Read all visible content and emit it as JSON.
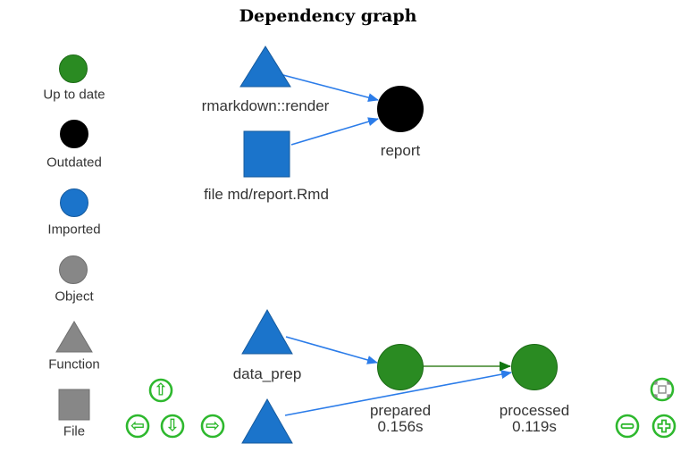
{
  "title": "Dependency graph",
  "legend": [
    {
      "label": "Up to date",
      "shape": "dot",
      "color": "#2A8B22"
    },
    {
      "label": "Outdated",
      "shape": "dot",
      "color": "#000000"
    },
    {
      "label": "Imported",
      "shape": "dot",
      "color": "#1B74CB"
    },
    {
      "label": "Object",
      "shape": "dot",
      "color": "#878787"
    },
    {
      "label": "Function",
      "shape": "triangle",
      "color": "#878787"
    },
    {
      "label": "File",
      "shape": "square",
      "color": "#878787"
    }
  ],
  "nodes": [
    {
      "label": "rmarkdown::render",
      "shape": "triangle",
      "status": "imported",
      "color": "#1B74CB"
    },
    {
      "label": "file md/report.Rmd",
      "shape": "square",
      "status": "imported",
      "color": "#1B74CB"
    },
    {
      "label": "report",
      "shape": "dot",
      "status": "outdated",
      "color": "#000000"
    },
    {
      "label": "data_prep",
      "shape": "triangle",
      "status": "imported",
      "color": "#1B74CB"
    },
    {
      "label": "prepared",
      "time": "0.156s",
      "shape": "dot",
      "status": "up_to_date",
      "color": "#2A8B22"
    },
    {
      "label": "processed",
      "time": "0.119s",
      "shape": "dot",
      "status": "up_to_date",
      "color": "#2A8B22"
    },
    {
      "label": "",
      "shape": "triangle",
      "status": "imported",
      "color": "#1B74CB"
    }
  ],
  "edges": [
    {
      "from": 0,
      "to": 2,
      "color": "#2B7CE9"
    },
    {
      "from": 1,
      "to": 2,
      "color": "#2B7CE9"
    },
    {
      "from": 3,
      "to": 4,
      "color": "#2B7CE9"
    },
    {
      "from": 6,
      "to": 5,
      "color": "#2B7CE9"
    },
    {
      "from": 4,
      "to": 5,
      "color": "#6CA35C"
    }
  ],
  "icons": {
    "up": "⇧",
    "down": "⇩",
    "left": "⇦",
    "right": "⇨",
    "zoom_out": "minus-circle-icon",
    "zoom_in": "plus-circle-icon",
    "fit": "fit-view-icon"
  },
  "colors": {
    "up_to_date": "#2A8B22",
    "outdated": "#000000",
    "imported": "#1B74CB",
    "object": "#878787",
    "edge_blue": "#2B7CE9",
    "edge_green_line": "#6CA35C",
    "edge_green_arrow": "#117711",
    "button_green": "#2EB82E",
    "label_text": "#343434"
  }
}
